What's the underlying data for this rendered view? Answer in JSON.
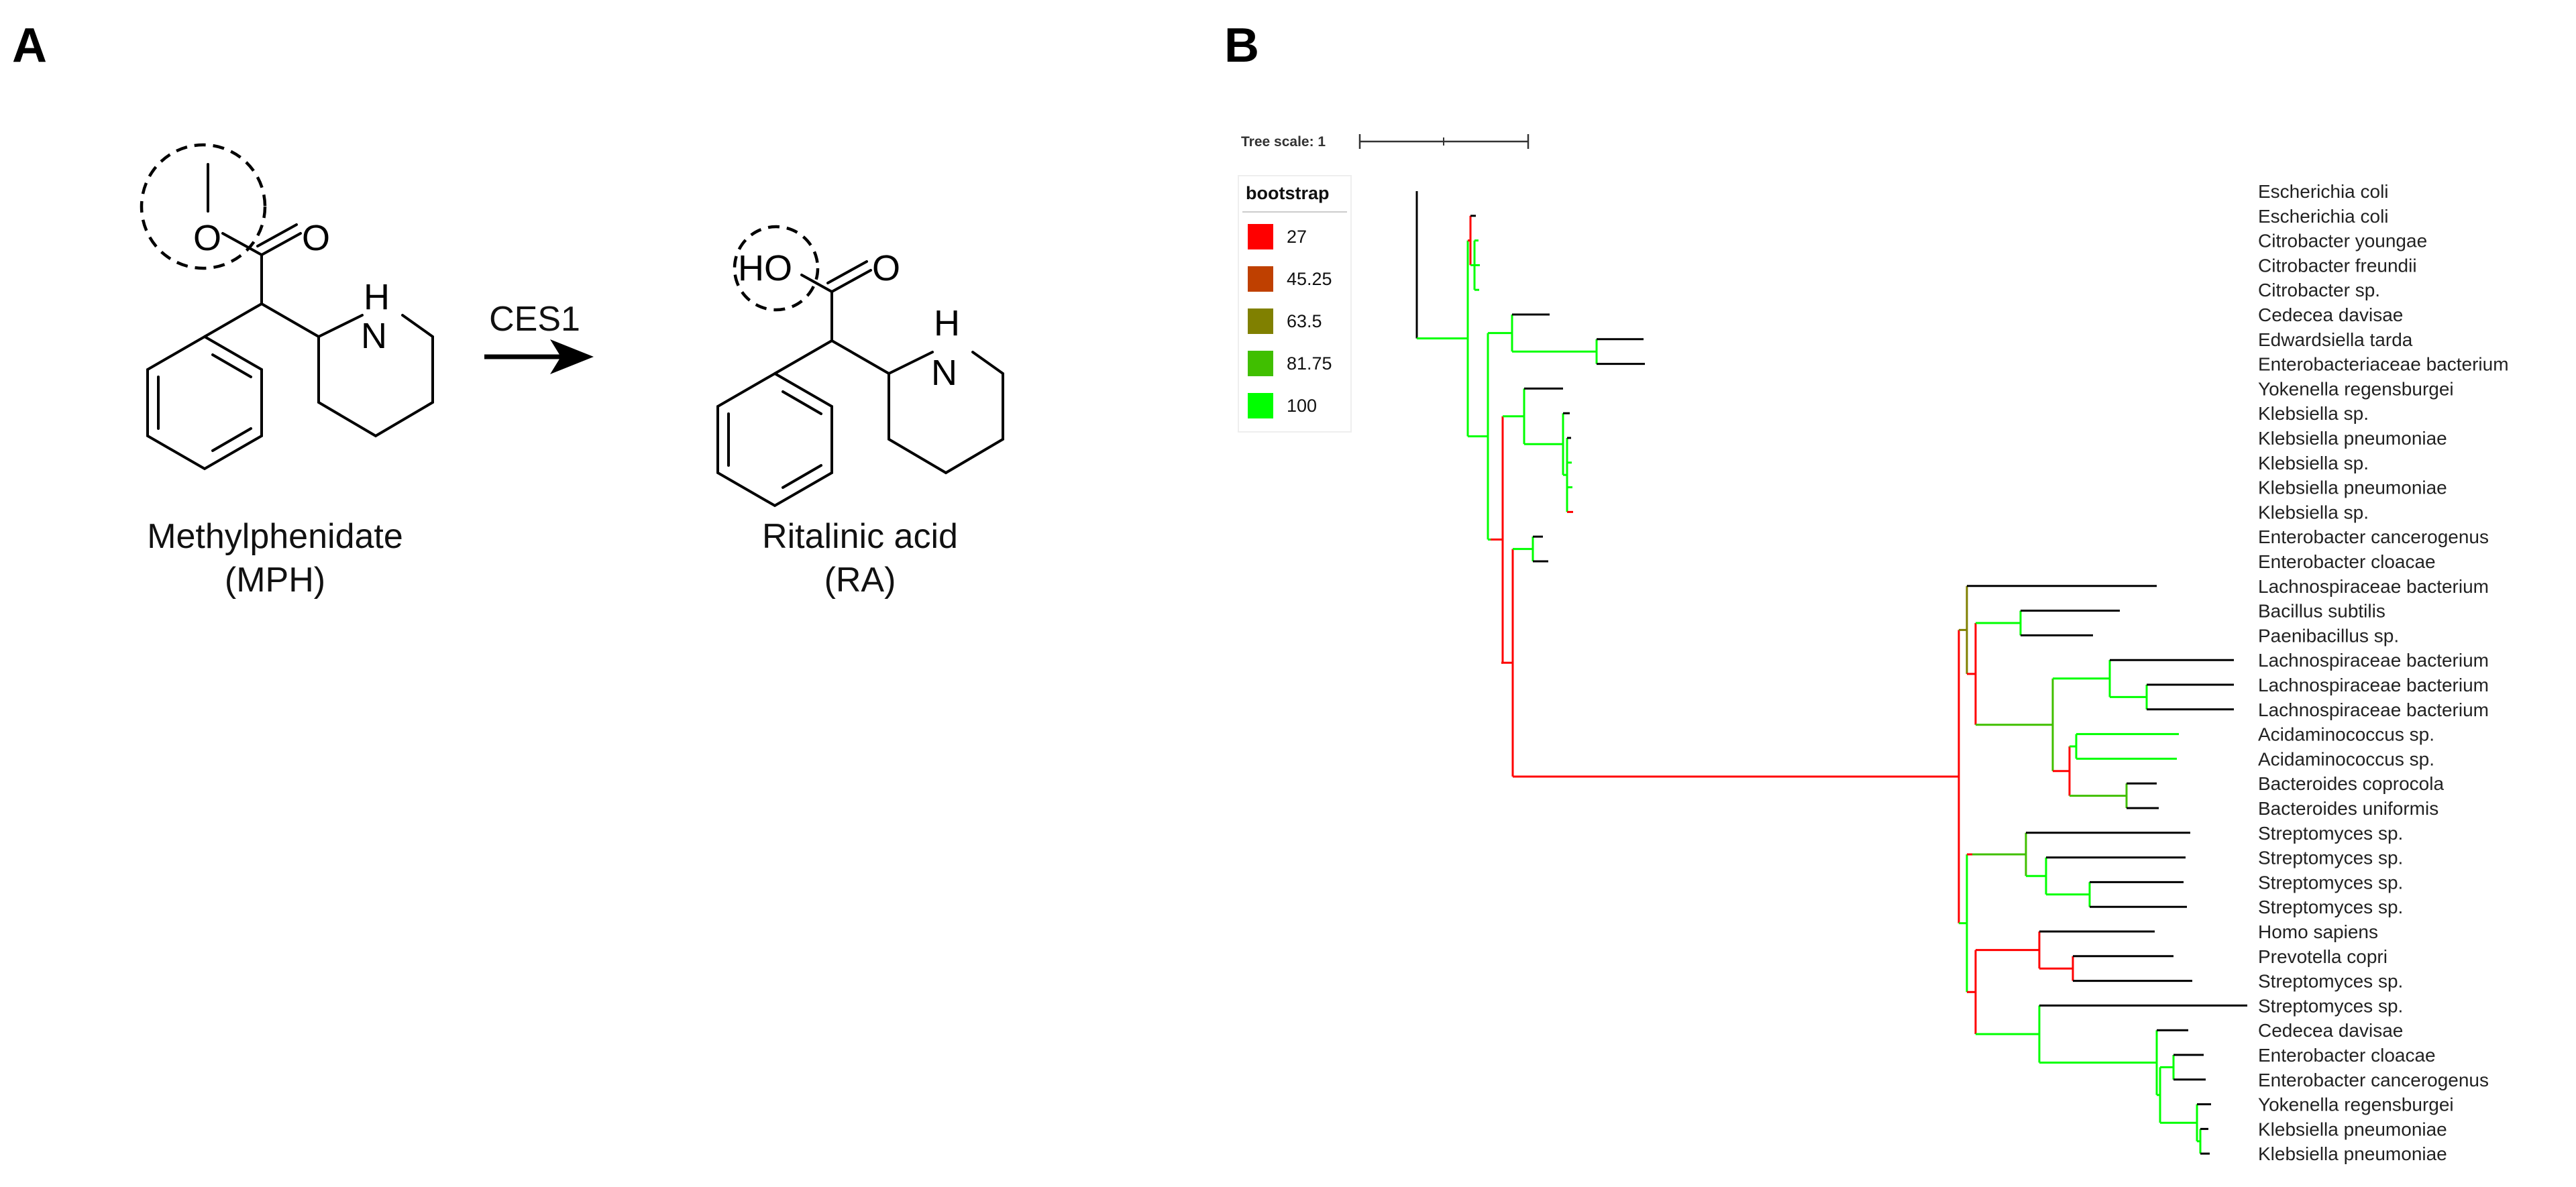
{
  "panels": {
    "a": {
      "label": "A"
    },
    "b": {
      "label": "B"
    }
  },
  "reaction": {
    "enzyme": "CES1",
    "reactant": {
      "name": "Methylphenidate",
      "abbr": "(MPH)"
    },
    "product": {
      "name": "Ritalinic acid",
      "abbr": "(RA)"
    },
    "atoms": {
      "o": "O",
      "nh": "N",
      "h": "H",
      "ho": "HO"
    }
  },
  "tree": {
    "scale_label": "Tree scale: 1",
    "legend": {
      "title": "bootstrap",
      "items": [
        {
          "value": "27",
          "color": "#ff0000"
        },
        {
          "value": "45.25",
          "color": "#bf4000"
        },
        {
          "value": "63.5",
          "color": "#808000"
        },
        {
          "value": "81.75",
          "color": "#40bf00"
        },
        {
          "value": "100",
          "color": "#00ff00"
        }
      ]
    },
    "highlight_color": "#1f1fdc",
    "leaves": [
      {
        "name": "Escherichia coli",
        "highlight": false
      },
      {
        "name": "Escherichia coli",
        "highlight": true
      },
      {
        "name": "Citrobacter youngae",
        "highlight": false
      },
      {
        "name": "Citrobacter freundii",
        "highlight": false
      },
      {
        "name": "Citrobacter sp.",
        "highlight": false
      },
      {
        "name": "Cedecea davisae",
        "highlight": false
      },
      {
        "name": "Edwardsiella tarda",
        "highlight": false
      },
      {
        "name": "Enterobacteriaceae bacterium",
        "highlight": false
      },
      {
        "name": "Yokenella regensburgei",
        "highlight": false
      },
      {
        "name": "Klebsiella sp.",
        "highlight": false
      },
      {
        "name": "Klebsiella pneumoniae",
        "highlight": false
      },
      {
        "name": "Klebsiella sp.",
        "highlight": false
      },
      {
        "name": "Klebsiella pneumoniae",
        "highlight": false
      },
      {
        "name": "Klebsiella sp.",
        "highlight": false
      },
      {
        "name": "Enterobacter cancerogenus",
        "highlight": false
      },
      {
        "name": "Enterobacter cloacae",
        "highlight": false
      },
      {
        "name": "Lachnospiraceae bacterium",
        "highlight": false
      },
      {
        "name": "Bacillus subtilis",
        "highlight": true
      },
      {
        "name": "Paenibacillus sp.",
        "highlight": false
      },
      {
        "name": "Lachnospiraceae bacterium",
        "highlight": false
      },
      {
        "name": "Lachnospiraceae bacterium",
        "highlight": false
      },
      {
        "name": "Lachnospiraceae bacterium",
        "highlight": false
      },
      {
        "name": "Acidaminococcus sp.",
        "highlight": false
      },
      {
        "name": "Acidaminococcus sp.",
        "highlight": false
      },
      {
        "name": "Bacteroides coprocola",
        "highlight": false
      },
      {
        "name": "Bacteroides uniformis",
        "highlight": false
      },
      {
        "name": "Streptomyces sp.",
        "highlight": false
      },
      {
        "name": "Streptomyces sp.",
        "highlight": false
      },
      {
        "name": "Streptomyces sp.",
        "highlight": false
      },
      {
        "name": "Streptomyces sp.",
        "highlight": false
      },
      {
        "name": "Homo sapiens",
        "highlight": true
      },
      {
        "name": "Prevotella copri",
        "highlight": false
      },
      {
        "name": "Streptomyces sp.",
        "highlight": false
      },
      {
        "name": "Streptomyces sp.",
        "highlight": false
      },
      {
        "name": "Cedecea davisae",
        "highlight": false
      },
      {
        "name": "Enterobacter cloacae",
        "highlight": false
      },
      {
        "name": "Enterobacter cancerogenus",
        "highlight": false
      },
      {
        "name": "Yokenella regensburgei",
        "highlight": false
      },
      {
        "name": "Klebsiella pneumoniae",
        "highlight": false
      },
      {
        "name": "Klebsiella pneumoniae",
        "highlight": false
      }
    ]
  }
}
